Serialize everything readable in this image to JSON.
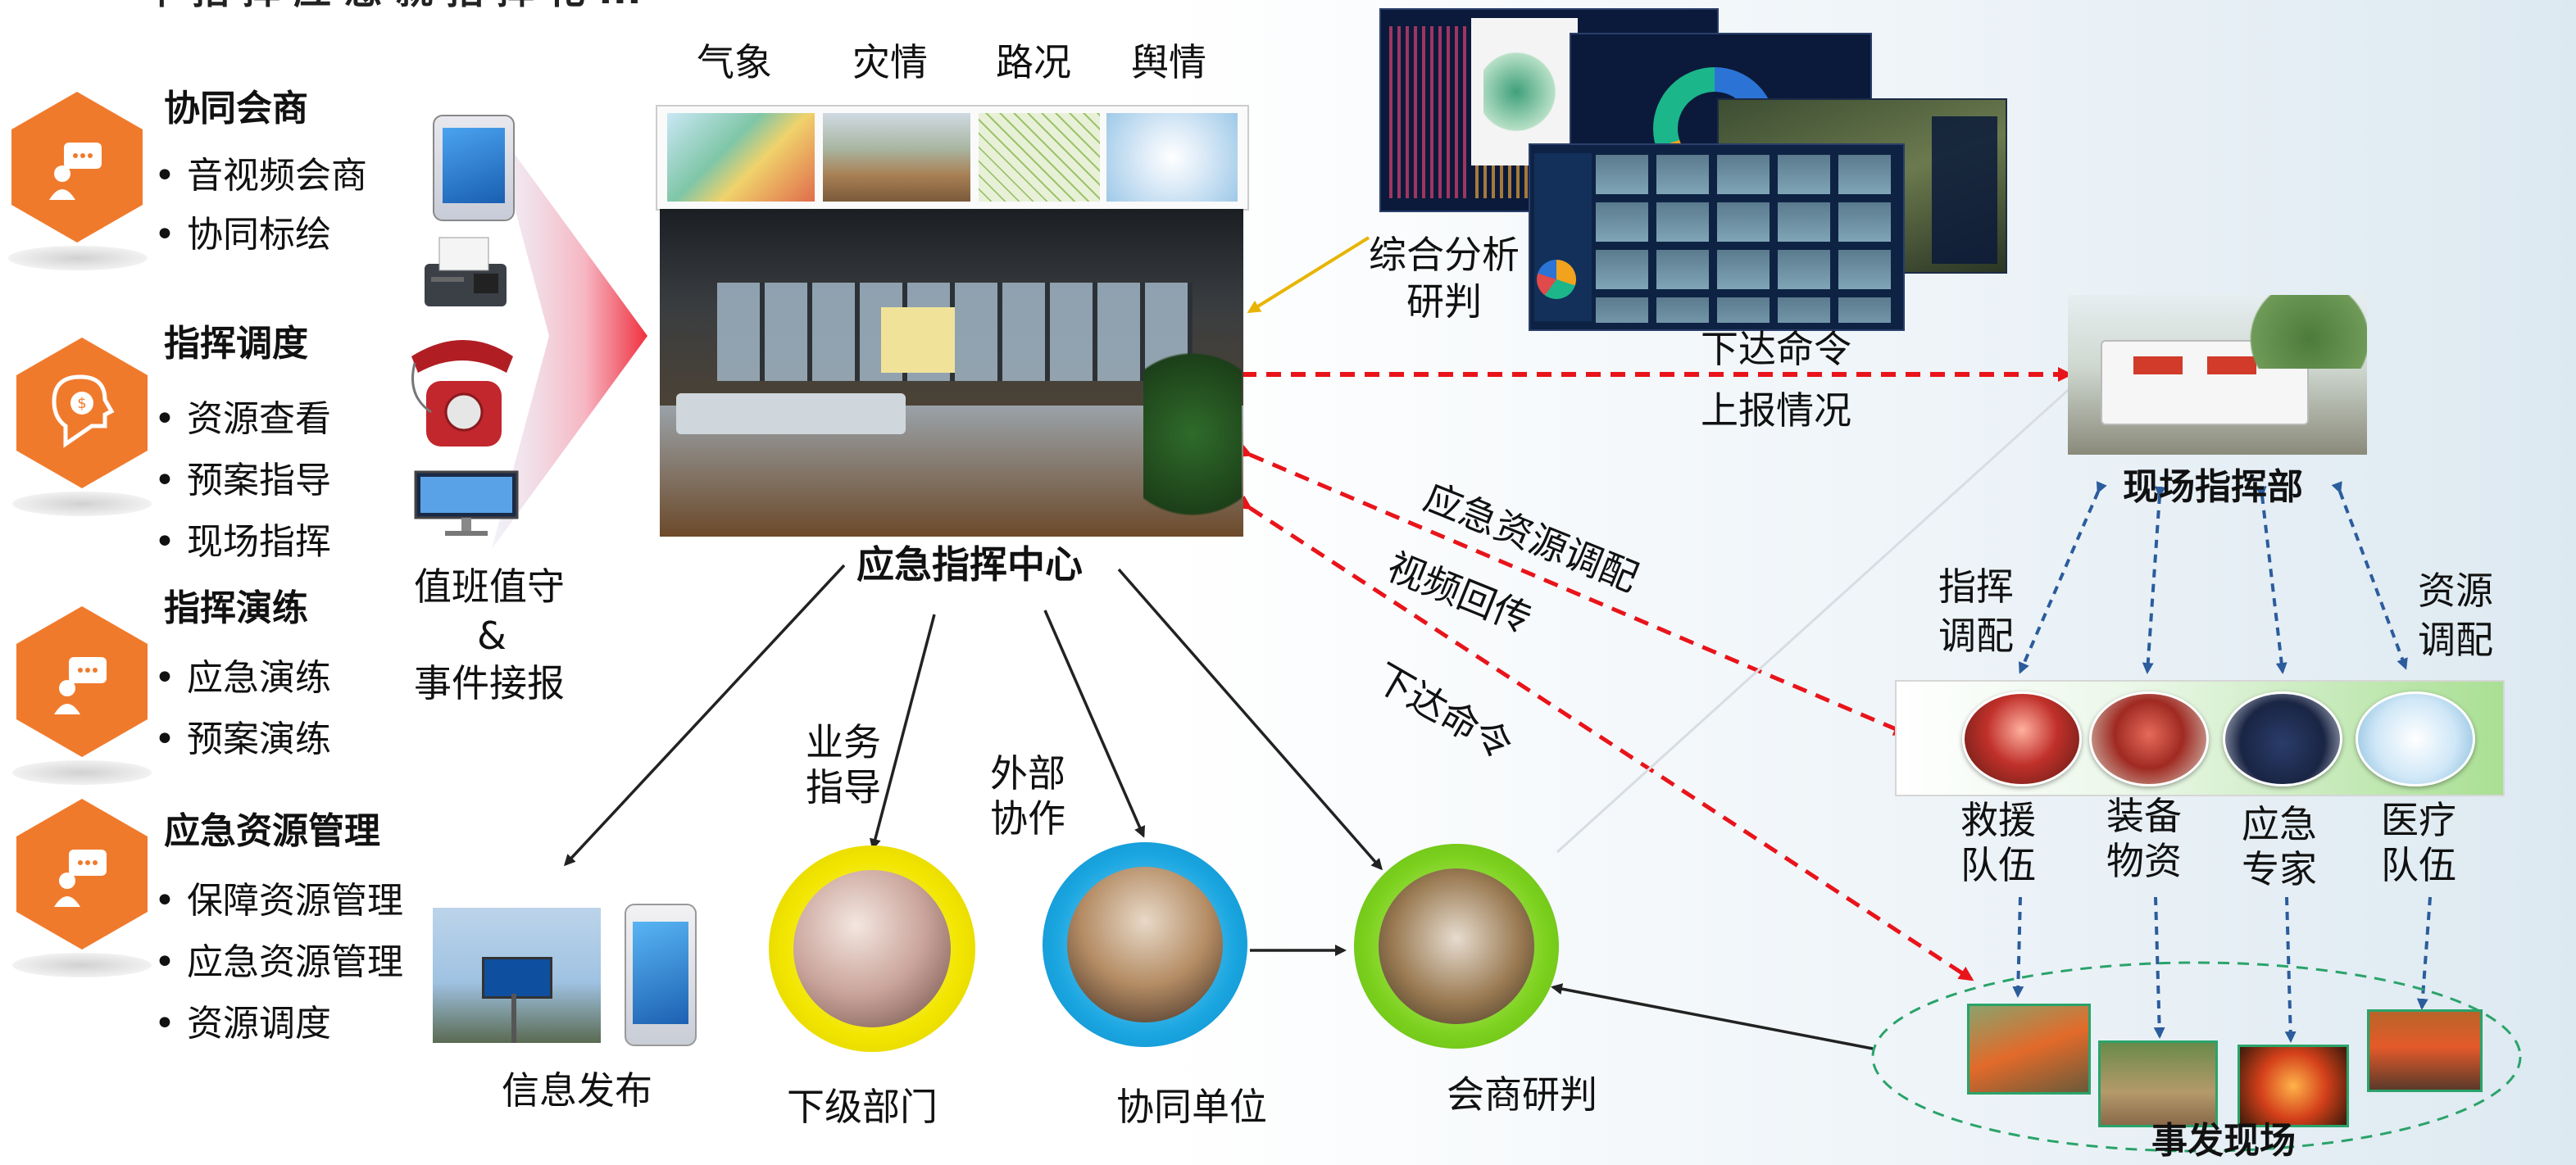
{
  "header_partial": "一 年 指 挥 应 急 就 指 挥 化 ... ",
  "left_sections": [
    {
      "title": "协同会商",
      "items": [
        "• 音视频会商",
        "• 协同标绘"
      ]
    },
    {
      "title": "指挥调度",
      "items": [
        "• 资源查看",
        "• 预案指导",
        "• 现场指挥"
      ]
    },
    {
      "title": "指挥演练",
      "items": [
        "• 应急演练",
        "• 预案演练"
      ]
    },
    {
      "title": "应急资源管理",
      "items": [
        "• 保障资源管理",
        "• 应急资源管理",
        "• 资源调度"
      ]
    }
  ],
  "duty": {
    "line1": "值班值守",
    "line2": "&",
    "line3": "事件接报"
  },
  "info_tabs": [
    "气象",
    "灾情",
    "路况",
    "舆情"
  ],
  "center": {
    "title": "应急指挥中心"
  },
  "analysis": {
    "line1": "综合分析",
    "line2": "研判"
  },
  "cmd_labels": {
    "down": "下达命令",
    "up": "上报情况"
  },
  "diag_labels": {
    "a": "应急资源调配",
    "b": "视频回传",
    "c": "下达命令"
  },
  "field_hq": {
    "title": "现场指挥部"
  },
  "side_labels": {
    "left1": "指挥",
    "left2": "调配",
    "right1": "资源",
    "right2": "调配"
  },
  "teams": [
    {
      "l1": "救援",
      "l2": "队伍"
    },
    {
      "l1": "装备",
      "l2": "物资"
    },
    {
      "l1": "应急",
      "l2": "专家"
    },
    {
      "l1": "医疗",
      "l2": "队伍"
    }
  ],
  "scene": {
    "title": "事发现场"
  },
  "bottom": {
    "info_release": "信息发布",
    "biz1": "业务",
    "biz2": "指导",
    "ext1": "外部",
    "ext2": "协作",
    "sub_dept": "下级部门",
    "coop_unit": "协同单位",
    "consult": "会商研判"
  },
  "colors": {
    "orange": "#f07a2c",
    "red_dash": "#e8141a",
    "blue_dash": "#2b5c9c",
    "yellow_ring": "#f2e600",
    "blue_ring": "#1aa6e0",
    "green_ring": "#7cd11e",
    "scene_ellipse": "#2aa36a"
  }
}
